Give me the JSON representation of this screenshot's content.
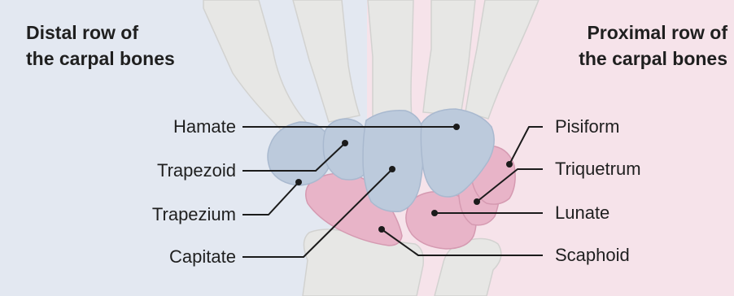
{
  "colors": {
    "bg_left": "#e3e8f1",
    "bg_right": "#f6e3ea",
    "bone_gray": "#e7e7e5",
    "bone_gray_stroke": "#d2d2d0",
    "distal_blue": "#bccadc",
    "distal_blue_stroke": "#a9b9cf",
    "proximal_pink": "#e8b4c8",
    "proximal_pink_stroke": "#d59ab1",
    "leader": "#1b1b1b"
  },
  "headings": {
    "left": [
      "Distal row of",
      "the carpal bones"
    ],
    "right": [
      "Proximal row of",
      "the carpal bones"
    ]
  },
  "labels_left": [
    "Hamate",
    "Trapezoid",
    "Trapezium",
    "Capitate"
  ],
  "labels_right": [
    "Pisiform",
    "Triquetrum",
    "Lunate",
    "Scaphoid"
  ]
}
